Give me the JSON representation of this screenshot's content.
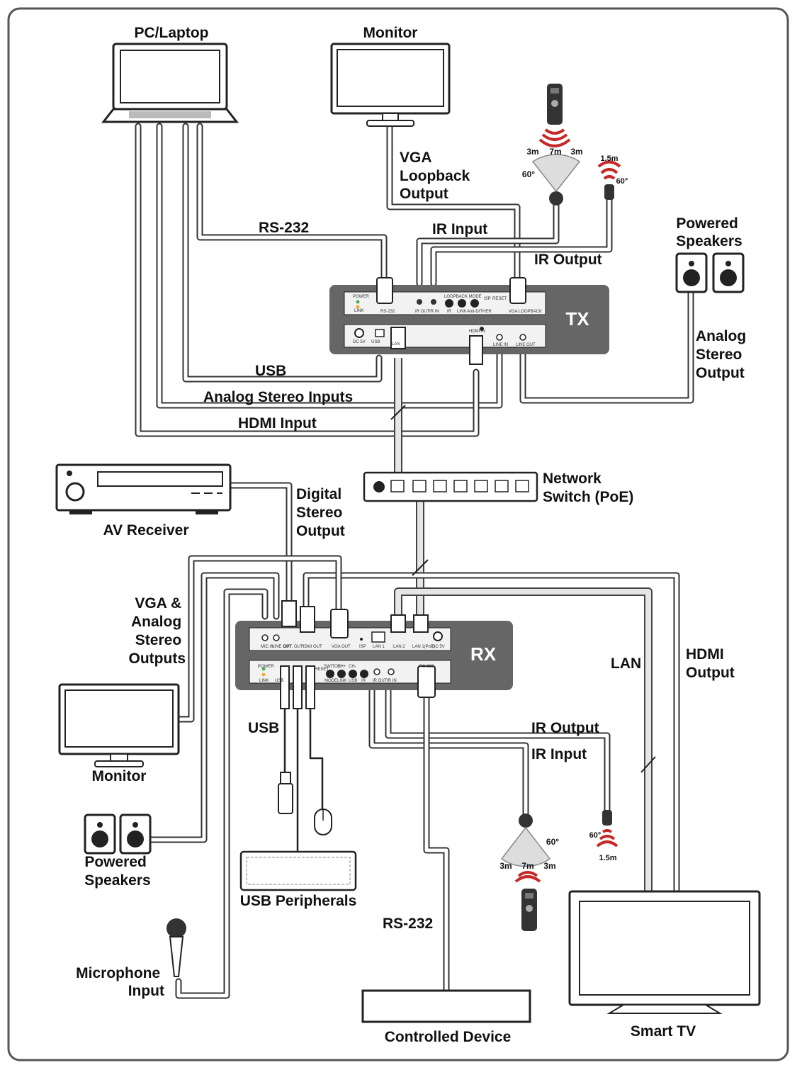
{
  "labels": {
    "pc_laptop": "PC/Laptop",
    "monitor_top": "Monitor",
    "vga_loopback": [
      "VGA",
      "Loopback",
      "Output"
    ],
    "rs232_top": "RS-232",
    "ir_input_top": "IR Input",
    "ir_output_top": "IR Output",
    "powered_speakers_top": [
      "Powered",
      "Speakers"
    ],
    "analog_stereo_output": [
      "Analog",
      "Stereo",
      "Output"
    ],
    "usb_top": "USB",
    "analog_stereo_inputs": "Analog Stereo Inputs",
    "hdmi_input": "HDMI Input",
    "tx": "TX",
    "network_switch": [
      "Network",
      "Switch (PoE)"
    ],
    "av_receiver": "AV Receiver",
    "digital_stereo_output": [
      "Digital",
      "Stereo",
      "Output"
    ],
    "vga_analog_outputs": [
      "VGA &",
      "Analog",
      "Stereo",
      "Outputs"
    ],
    "rx": "RX",
    "lan": "LAN",
    "hdmi_output": [
      "HDMI",
      "Output"
    ],
    "monitor_bottom": "Monitor",
    "usb_bottom": "USB",
    "ir_output_bottom": "IR Output",
    "ir_input_bottom": "IR Input",
    "powered_speakers_bottom": [
      "Powered",
      "Speakers"
    ],
    "usb_peripherals": "USB Peripherals",
    "rs232_bottom": "RS-232",
    "microphone_input": [
      "Microphone",
      "Input"
    ],
    "controlled_device": "Controlled Device",
    "smart_tv": "Smart TV"
  },
  "range_labels": {
    "top_left": "3m",
    "top_mid": "7m",
    "top_right": "3m",
    "top_angle": "60°",
    "top_emit_dist": "1.5m",
    "top_emit_angle": "60°",
    "bot_left": "3m",
    "bot_mid": "7m",
    "bot_right": "3m",
    "bot_angle": "60°",
    "bot_emit_dist": "1.5m",
    "bot_emit_angle": "60°"
  },
  "port_labels": {
    "tx_front": [
      "POWER",
      "LINK",
      "RS-232",
      "IR OUT",
      "IR IN",
      "LOOPBACK MODE",
      "IR",
      "LINK",
      "Anti-DITHER",
      "ISP",
      "RESET",
      "VGA LOOPBACK"
    ],
    "tx_rear": [
      "DC 5V",
      "USB",
      "LAN",
      "HDMI IN",
      "LINE IN",
      "LINE OUT"
    ],
    "rx_rear": [
      "MIC IN",
      "LINE OUT",
      "OPT. OUT",
      "HDMI OUT",
      "VGA OUT",
      "ISP",
      "LAN 1",
      "LAN 2",
      "LAN 1(PoE)",
      "DC 5V"
    ],
    "rx_front": [
      "POWER",
      "LINK",
      "USB",
      "RESET",
      "SWITCH",
      "MODE",
      "CH+",
      "LINK",
      "CH-",
      "USB",
      "IR",
      "IR OUT",
      "IR IN",
      "RS-232"
    ]
  },
  "colors": {
    "device_body": "#666666",
    "panel": "#f2f2f2",
    "cable": "#333333",
    "ir_wave": "#c62828"
  }
}
